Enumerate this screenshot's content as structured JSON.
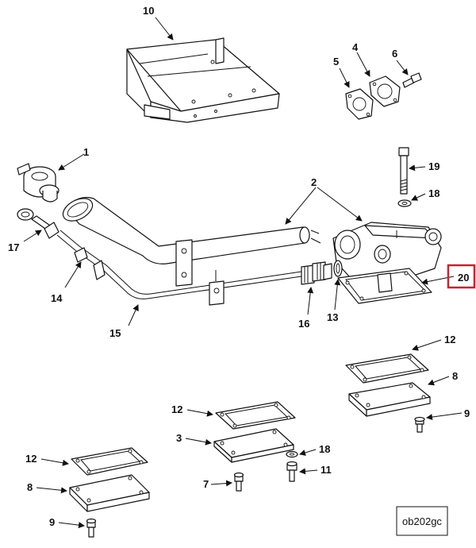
{
  "diagram": {
    "reference_code": "ob202gc",
    "highlighted_callout": "20",
    "highlight_color": "#cc2030",
    "callouts": {
      "c10": "10",
      "c4": "4",
      "c5": "5",
      "c6": "6",
      "c1": "1",
      "c19": "19",
      "c2": "2",
      "c18a": "18",
      "c17": "17",
      "c20": "20",
      "c14": "14",
      "c16": "16",
      "c13": "13",
      "c15": "15",
      "c12a": "12",
      "c8a": "8",
      "c9a": "9",
      "c12b": "12",
      "c3": "3",
      "c18b": "18",
      "c12c": "12",
      "c11": "11",
      "c8b": "8",
      "c7": "7",
      "c9b": "9"
    }
  }
}
